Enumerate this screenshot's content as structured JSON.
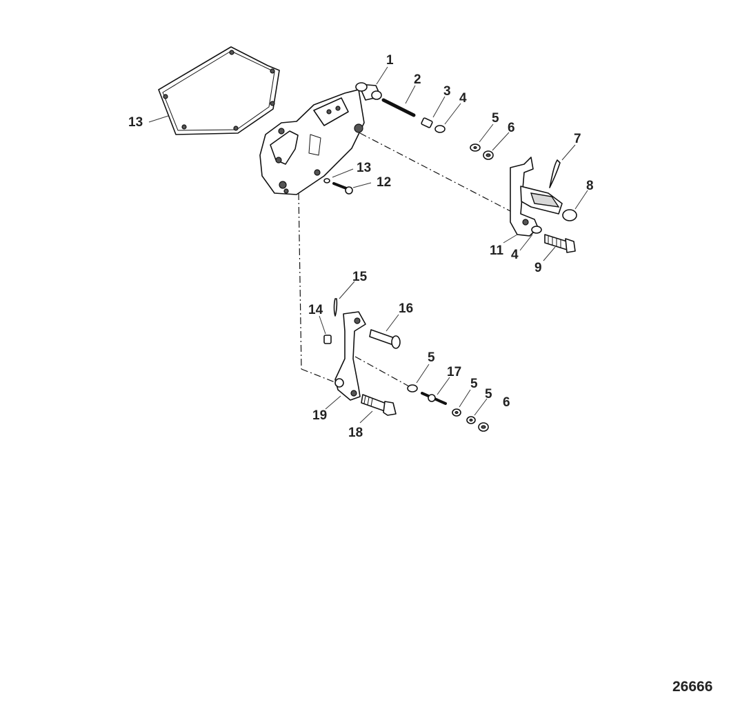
{
  "figure": {
    "number": "26666"
  },
  "callouts": [
    {
      "id": "c1",
      "text": "1"
    },
    {
      "id": "c2",
      "text": "2"
    },
    {
      "id": "c3",
      "text": "3"
    },
    {
      "id": "c4a",
      "text": "4"
    },
    {
      "id": "c5a",
      "text": "5"
    },
    {
      "id": "c6a",
      "text": "6"
    },
    {
      "id": "c7",
      "text": "7"
    },
    {
      "id": "c8",
      "text": "8"
    },
    {
      "id": "c13a",
      "text": "13"
    },
    {
      "id": "c13b",
      "text": "13"
    },
    {
      "id": "c12",
      "text": "12"
    },
    {
      "id": "c11",
      "text": "11"
    },
    {
      "id": "c4b",
      "text": "4"
    },
    {
      "id": "c9",
      "text": "9"
    },
    {
      "id": "c15",
      "text": "15"
    },
    {
      "id": "c14",
      "text": "14"
    },
    {
      "id": "c16",
      "text": "16"
    },
    {
      "id": "c5b",
      "text": "5"
    },
    {
      "id": "c17",
      "text": "17"
    },
    {
      "id": "c5c",
      "text": "5"
    },
    {
      "id": "c5d",
      "text": "5"
    },
    {
      "id": "c6b",
      "text": "6"
    },
    {
      "id": "c19",
      "text": "19"
    },
    {
      "id": "c18",
      "text": "18"
    }
  ]
}
